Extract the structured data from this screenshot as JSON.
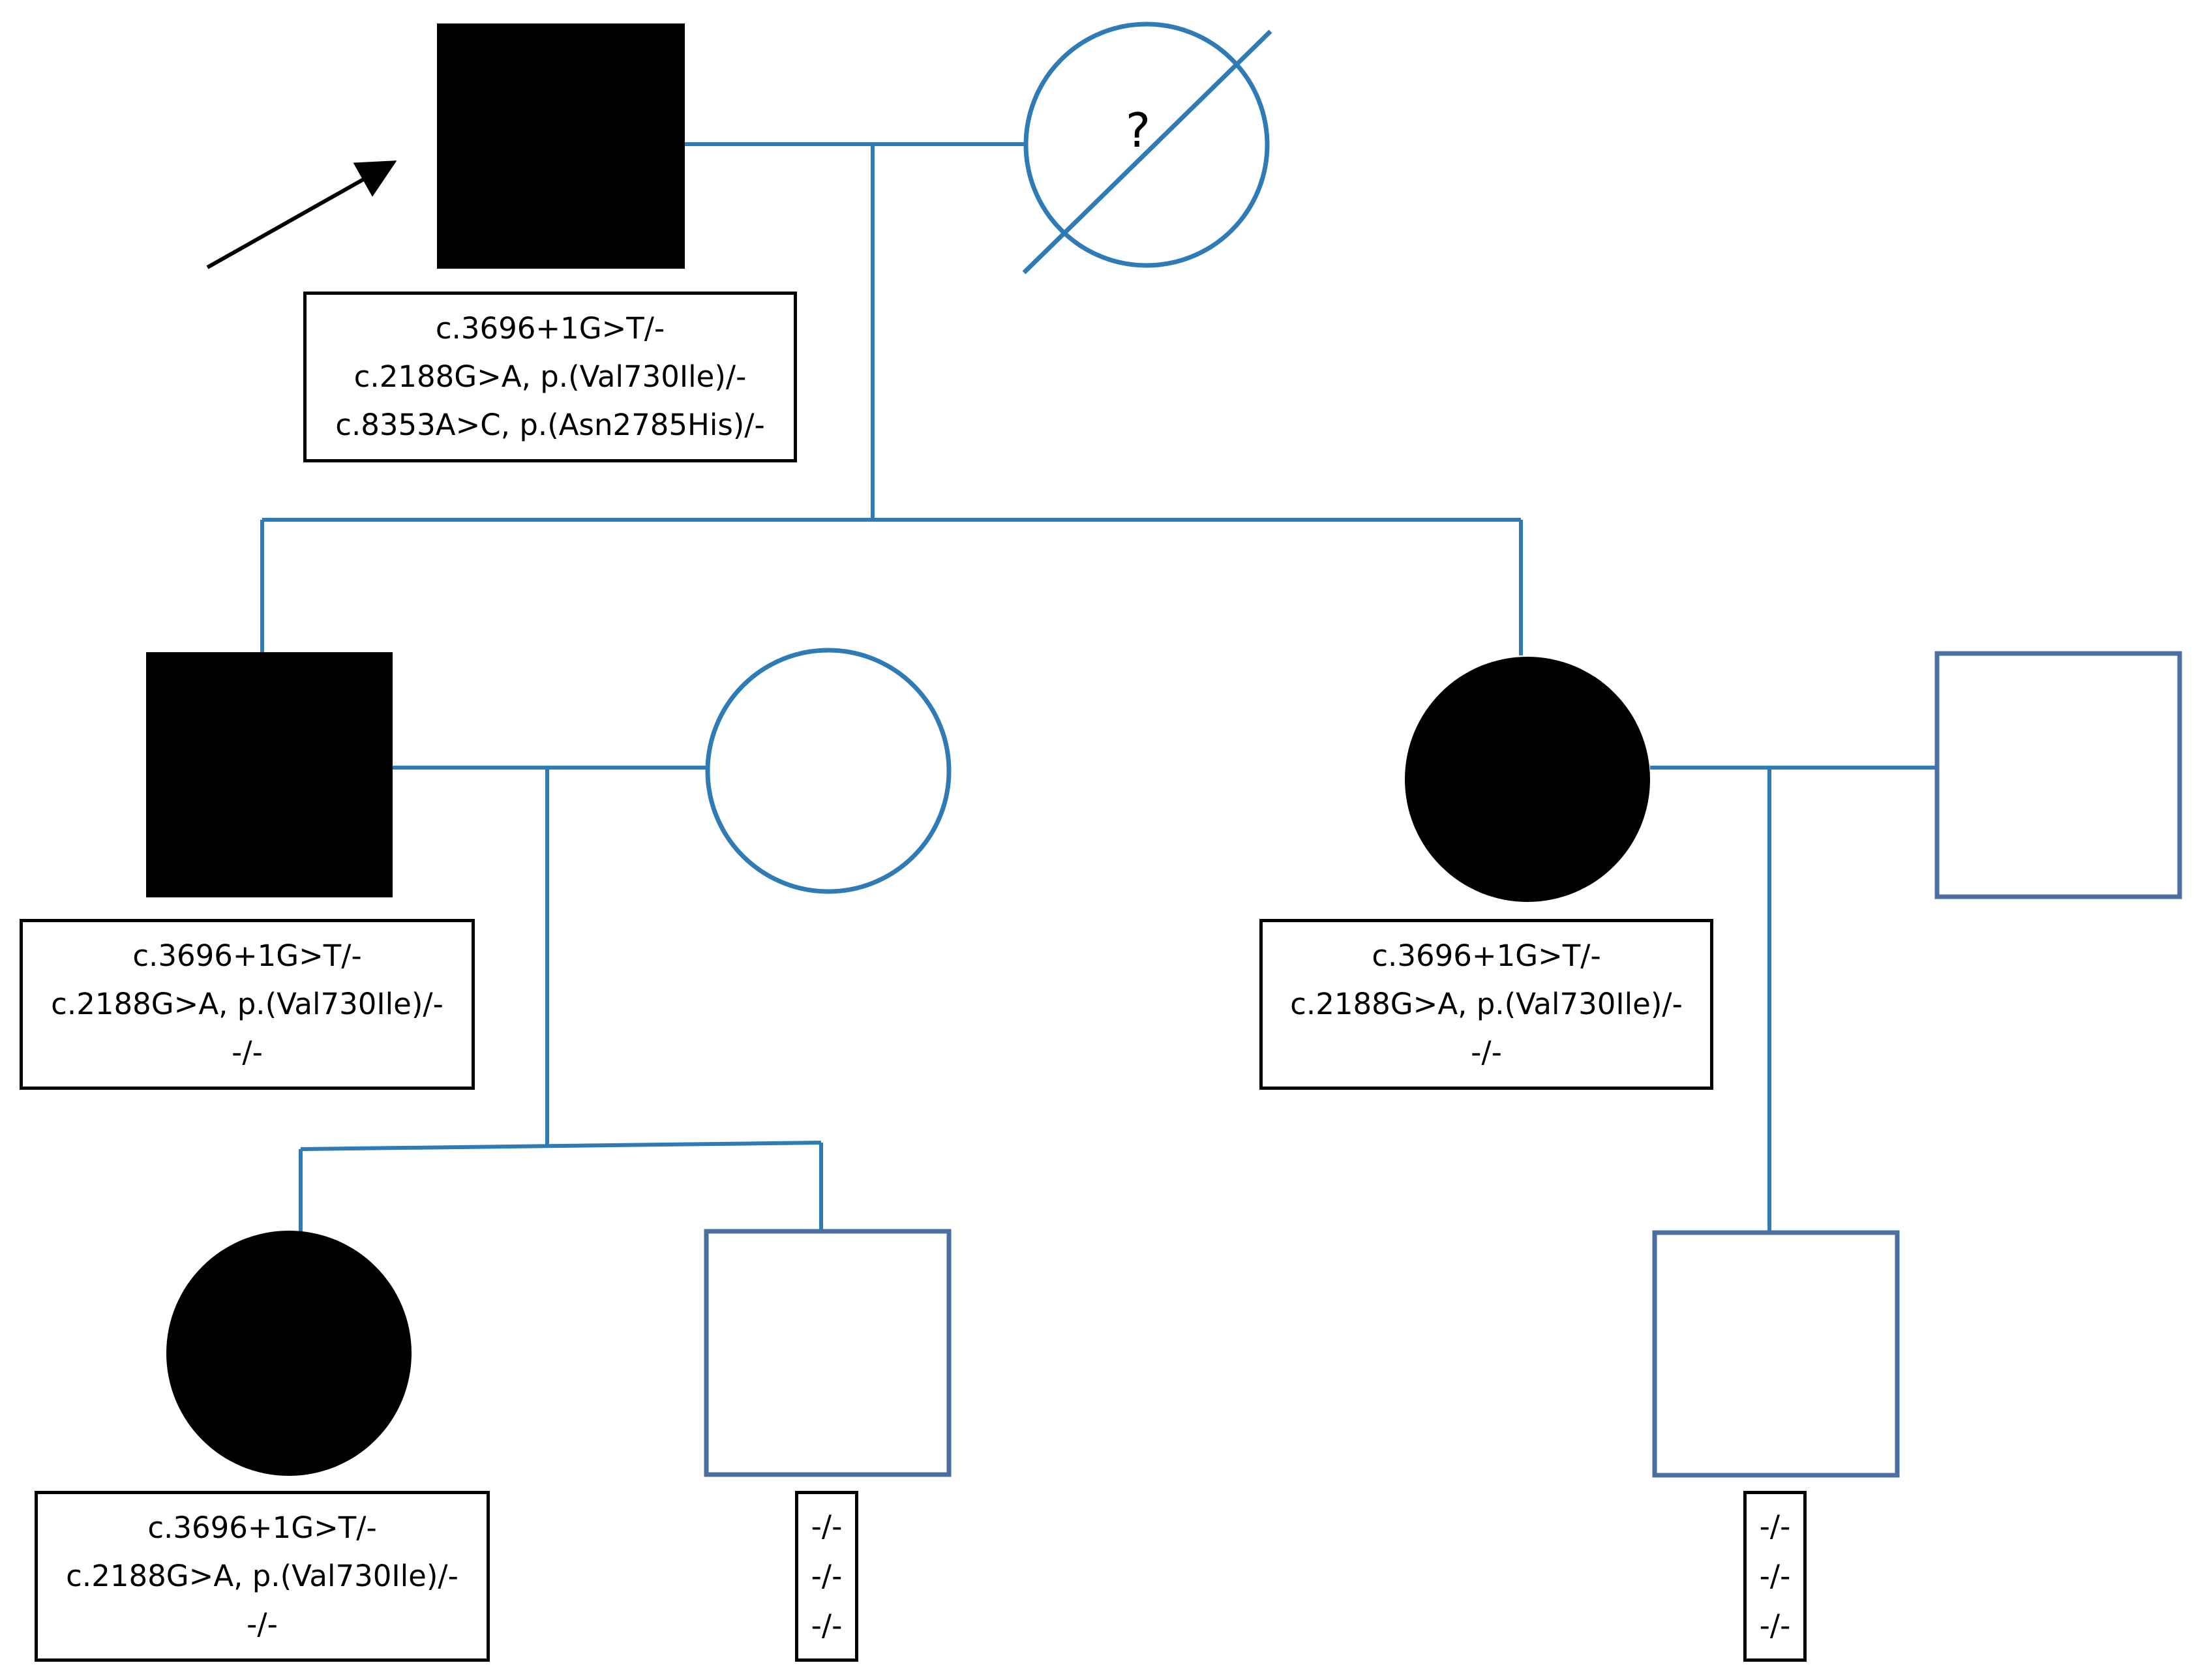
{
  "colors": {
    "affected_fill": "#000000",
    "line_color": "#2e7bb6",
    "line_color_alt": "#4a6fa0",
    "box_border": "#000000"
  },
  "symbols": {
    "unknown_mark": "?"
  },
  "genotypes": {
    "i1": [
      "c.3696+1G>T/-",
      "c.2188G>A, p.(Val730Ile)/-",
      "c.8353A>C, p.(Asn2785His)/-"
    ],
    "ii1": [
      "c.3696+1G>T/-",
      "c.2188G>A, p.(Val730Ile)/-",
      "-/-"
    ],
    "ii3": [
      "c.3696+1G>T/-",
      "c.2188G>A, p.(Val730Ile)/-",
      "-/-"
    ],
    "iii1": [
      "c.3696+1G>T/-",
      "c.2188G>A, p.(Val730Ile)/-",
      "-/-"
    ],
    "iii2": [
      "-/-",
      "-/-",
      "-/-"
    ],
    "iii3": [
      "-/-",
      "-/-",
      "-/-"
    ]
  }
}
